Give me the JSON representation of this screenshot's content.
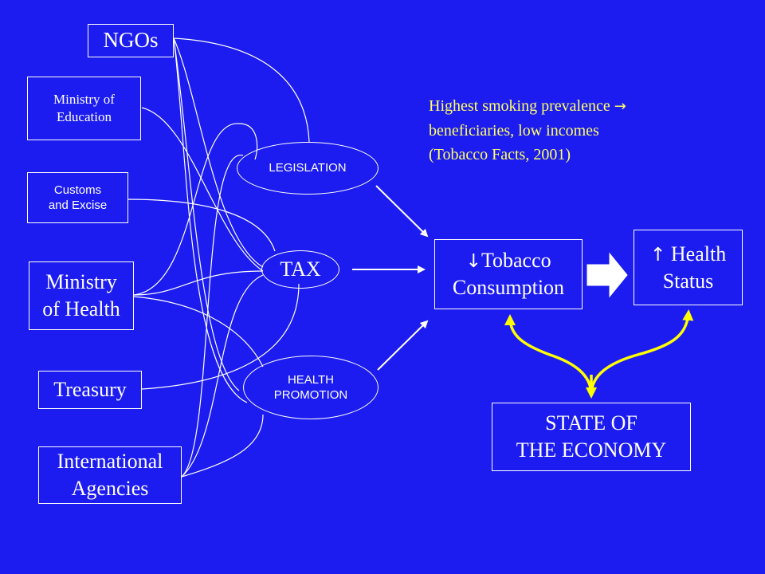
{
  "colors": {
    "background": "#1c1cf0",
    "line": "#ffffff",
    "economy_arrow": "#ffff00",
    "note_text": "#ffff66"
  },
  "stakeholders": {
    "ngos": "NGOs",
    "ministry_education": "Ministry of\nEducation",
    "customs_excise": "Customs\nand Excise",
    "ministry_health": "Ministry\nof Health",
    "treasury": "Treasury",
    "international_agencies": "International\nAgencies"
  },
  "policies": {
    "legislation": "LEGISLATION",
    "tax": "TAX",
    "health_promotion": "HEALTH\nPROMOTION"
  },
  "outcomes": {
    "tobacco_arrow_icon": "down-arrow-icon",
    "tobacco_arrow_glyph": "↓",
    "tobacco_consumption": "Tobacco\nConsumption",
    "health_arrow_icon": "up-arrow-icon",
    "health_arrow_glyph": "↑",
    "health_status": "Health\nStatus",
    "state_economy": "STATE OF\nTHE ECONOMY"
  },
  "note": {
    "line1": "Highest smoking prevalence",
    "arrow_icon": "right-arrow-icon",
    "arrow_glyph": "→",
    "line2": "beneficiaries, low incomes",
    "line3": "(Tobacco Facts, 2001)"
  }
}
